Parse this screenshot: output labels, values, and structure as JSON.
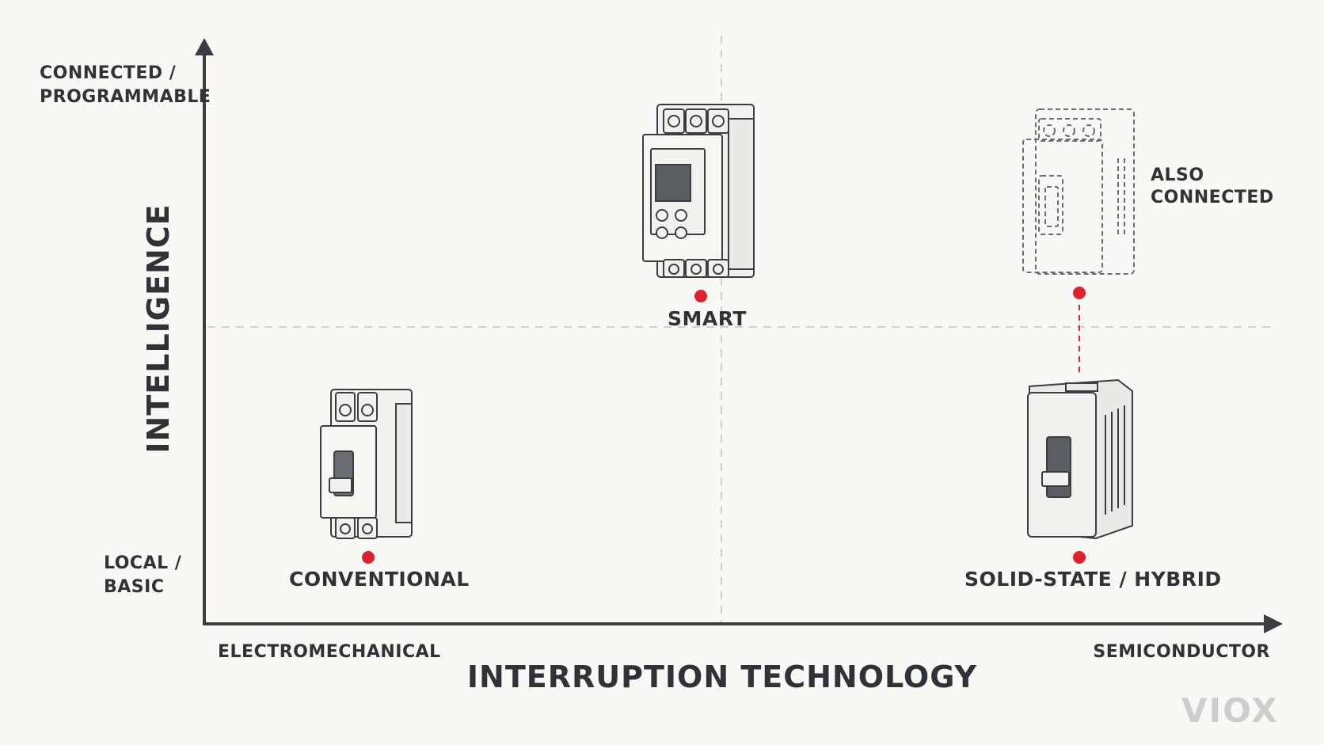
{
  "y_axis": {
    "title": "INTELLIGENCE",
    "high_label_line1": "CONNECTED /",
    "high_label_line2": "PROGRAMMABLE",
    "low_label_line1": "LOCAL /",
    "low_label_line2": "BASIC"
  },
  "x_axis": {
    "title": "INTERRUPTION TECHNOLOGY",
    "left_label": "ELECTROMECHANICAL",
    "right_label": "SEMICONDUCTOR"
  },
  "categories": {
    "smart": "SMART",
    "conventional": "CONVENTIONAL",
    "solid_state": "SOLID-STATE / HYBRID",
    "also_connected_line1": "ALSO",
    "also_connected_line2": "CONNECTED"
  },
  "brand": {
    "logo_text": "VIOX"
  },
  "colors": {
    "marker": "#e0202a",
    "axis": "#3a3d42",
    "guide": "#cfcfcf",
    "device_fill": "#f1f1ee",
    "device_stroke": "#3a3d42",
    "logo": "#c9c9c9"
  },
  "icons": [
    "smart-breaker-icon",
    "conventional-breaker-icon",
    "solid-state-breaker-icon",
    "connected-solid-state-breaker-icon"
  ]
}
